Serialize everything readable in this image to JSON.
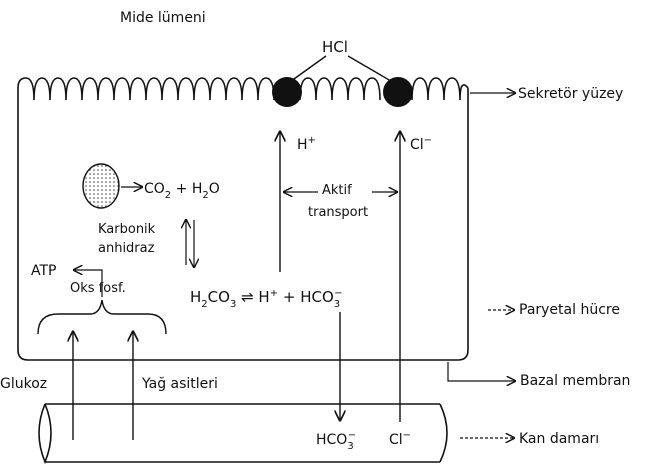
{
  "labels": {
    "stomach_lumen": "Mide lümeni",
    "hcl": "HCl",
    "secretory_surface": "Sekretör yüzey",
    "h_plus": "H",
    "cl_minus": "Cl",
    "active_transport_1": "Aktif",
    "active_transport_2": "transport",
    "co2": "CO",
    "h2o": "H",
    "carbonic_anhydrase_1": "Karbonik",
    "carbonic_anhydrase_2": "anhidraz",
    "atp": "ATP",
    "h2co3": "H",
    "ox_phos": "Oks fosf.",
    "parietal_cell": "Paryetal hücre",
    "glucose": "Glukoz",
    "fatty_acids": "Yağ asitleri",
    "basal_membrane": "Bazal membran",
    "hco3_blood": "HCO",
    "cl_blood": "Cl",
    "blood_vessel": "Kan damarı"
  },
  "colors": {
    "ink": "#111111",
    "stipple": "#bdbdbd"
  }
}
